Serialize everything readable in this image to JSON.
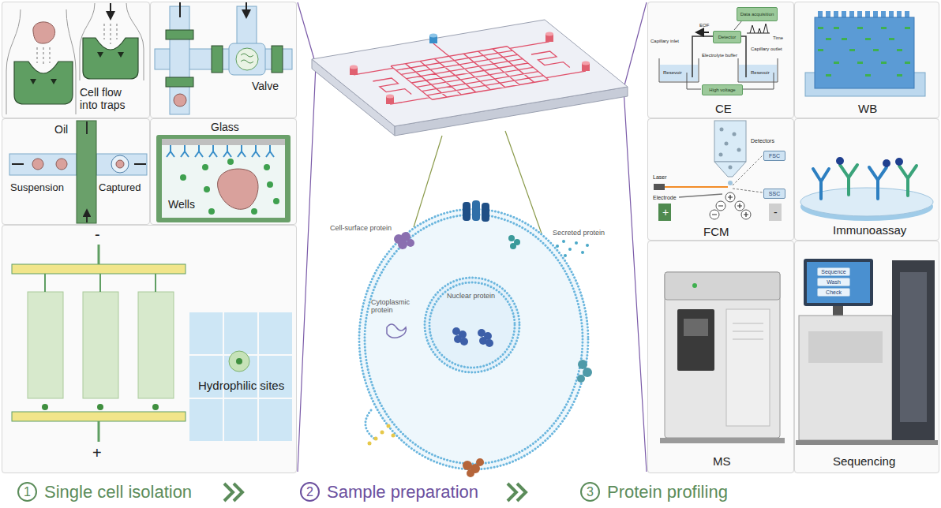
{
  "diagram": {
    "nodes": [
      {
        "text": [
          "Cell flow into traps"
        ]
      },
      {
        "text": [
          "Valve"
        ]
      },
      {
        "text": [
          "Oil",
          "Suspension",
          "Captured"
        ]
      },
      {
        "text": [
          "Glass",
          "Wells"
        ]
      },
      {
        "text": [
          "-",
          "+",
          "Hydrophilic sites"
        ]
      },
      {
        "text": [
          "EOF",
          "Capillary inlet",
          "Capillary outlet",
          "Electrolyte buffer",
          "Resevoir",
          "Resevoir",
          "Time",
          "CE"
        ]
      },
      {
        "text": [
          "Data acquisition"
        ],
        "in": 5
      },
      {
        "text": [
          "Detector"
        ],
        "in": 5
      },
      {
        "text": [
          "High voltage"
        ],
        "in": 5
      },
      {
        "text": [
          "WB"
        ]
      },
      {
        "text": [
          "Laser",
          "Electrode",
          "Detectors",
          "+",
          "-",
          "FCM"
        ]
      },
      {
        "text": [
          "FSC"
        ],
        "in": 10
      },
      {
        "text": [
          "SSC"
        ],
        "in": 10
      },
      {
        "text": [
          "Immunoassay"
        ]
      },
      {
        "text": [
          "MS"
        ]
      },
      {
        "text": [
          "Sequencing"
        ]
      },
      {
        "text": [
          "Sequence"
        ],
        "in": 15
      },
      {
        "text": [
          "Wash"
        ],
        "in": 15
      },
      {
        "text": [
          "Check"
        ],
        "in": 15
      },
      {
        "text": [
          "1",
          "Single cell isolation"
        ]
      },
      {
        "text": [
          "2",
          "Sample preparation"
        ]
      },
      {
        "text": [
          "3",
          "Protein profiling"
        ]
      }
    ],
    "labels": [
      "Cell-surface protein",
      "Secreted protein",
      "Cytoplasmic protein",
      "Nuclear protein"
    ]
  }
}
